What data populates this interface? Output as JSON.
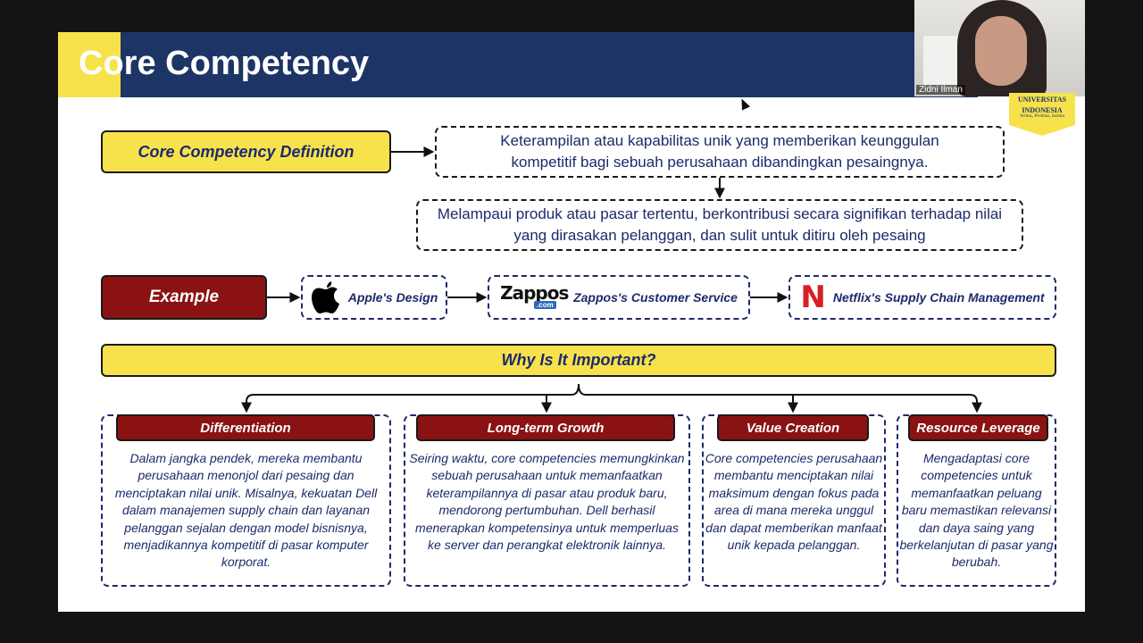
{
  "slide": {
    "title": "Core Competency",
    "definition": {
      "label": "Core Competency Definition",
      "text1": "Keterampilan atau kapabilitas unik yang memberikan keunggulan kompetitif bagi sebuah perusahaan dibandingkan pesaingnya.",
      "text2": "Melampaui produk atau pasar tertentu, berkontribusi secara signifikan terhadap nilai yang dirasakan pelanggan, dan sulit untuk ditiru oleh pesaing"
    },
    "example": {
      "label": "Example",
      "items": [
        {
          "label": "Apple's Design",
          "icon": "apple-logo-icon"
        },
        {
          "label": "Zappos's Customer Service",
          "icon": "zappos-logo-icon",
          "logo_text": "Zappos",
          "logo_sub": ".com"
        },
        {
          "label": "Netflix's Supply Chain Management",
          "icon": "netflix-logo-icon",
          "logo_text": "N"
        }
      ]
    },
    "why": {
      "label": "Why Is It Important?",
      "cards": [
        {
          "title": "Differentiation",
          "body": "Dalam jangka pendek, mereka membantu perusahaan menonjol dari pesaing dan menciptakan nilai unik. Misalnya, kekuatan Dell dalam manajemen supply chain dan layanan pelanggan sejalan dengan model bisnisnya, menjadikannya kompetitif di pasar komputer korporat."
        },
        {
          "title": "Long-term Growth",
          "body": "Seiring waktu, core competencies memungkinkan sebuah perusahaan untuk memanfaatkan keterampilannya di pasar atau produk baru, mendorong pertumbuhan. Dell berhasil menerapkan kompetensinya untuk memperluas ke server dan perangkat elektronik lainnya."
        },
        {
          "title": "Value Creation",
          "body": "Core competencies perusahaan membantu menciptakan nilai maksimum dengan fokus pada area di mana mereka unggul dan dapat memberikan manfaat unik kepada pelanggan."
        },
        {
          "title": "Resource Leverage",
          "body": "Mengadaptasi core competencies untuk memanfaatkan peluang baru memastikan relevansi dan daya saing yang berkelanjutan di pasar yang berubah."
        }
      ]
    }
  },
  "webcam": {
    "participant_name": "Zidni Ilman"
  },
  "logo": {
    "line1": "UNIVERSITAS",
    "line2": "INDONESIA",
    "motto": "Veritas, Probitas, Iustitia"
  },
  "colors": {
    "navy": "#1d3466",
    "yellow": "#f7e24c",
    "maroon": "#8a1212",
    "text_blue": "#1d2a6b"
  }
}
